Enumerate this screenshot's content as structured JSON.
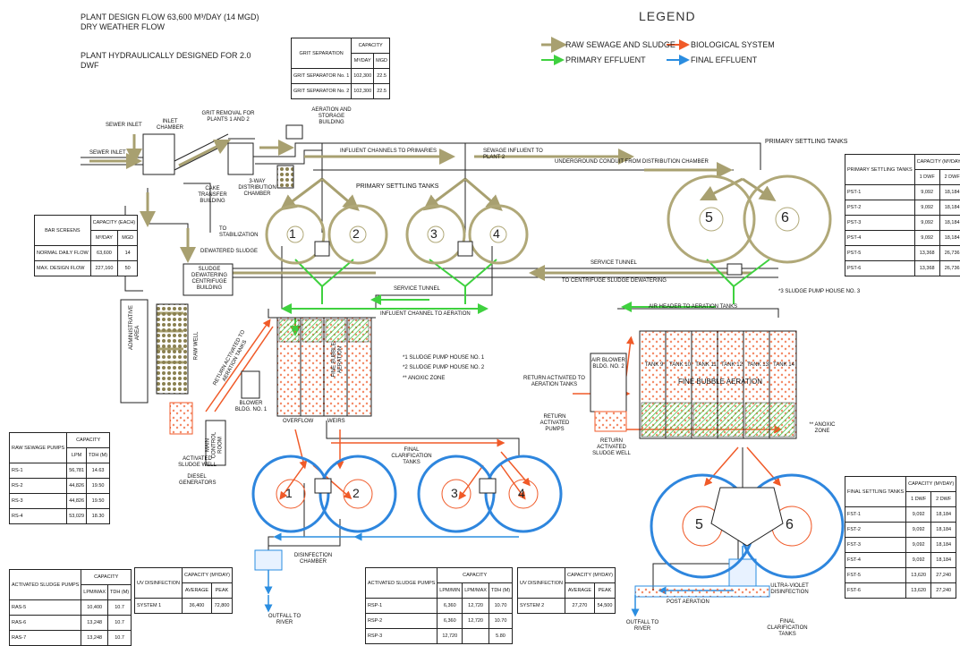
{
  "notes": {
    "design_flow": "PLANT DESIGN FLOW 63,600 M³/DAY (14 MGD) DRY WEATHER FLOW",
    "hydraulic": "PLANT HYDRAULICALLY DESIGNED FOR 2.0 DWF"
  },
  "legend": {
    "title": "LEGEND",
    "items": [
      {
        "label": "RAW SEWAGE AND SLUDGE",
        "color": "#a8a070"
      },
      {
        "label": "BIOLOGICAL SYSTEM",
        "color": "#f05a28"
      },
      {
        "label": "PRIMARY EFFLUENT",
        "color": "#3fd13f"
      },
      {
        "label": "FINAL EFFLUENT",
        "color": "#2a8de0"
      }
    ]
  },
  "colors": {
    "sewage": "#a8a070",
    "bio": "#f05a28",
    "primary": "#3fd13f",
    "final": "#2a8de0",
    "tank_olive": "#b0a878",
    "tank_blue": "#2e86de"
  },
  "tables": {
    "grit": {
      "headers": [
        "GRIT SEPARATION",
        "CAPACITY",
        "M³/DAY",
        "MGD"
      ],
      "rows": [
        [
          "GRIT SEPARATOR No. 1",
          "102,300",
          "22.5"
        ],
        [
          "GRIT SEPARATOR No. 2",
          "102,300",
          "22.5"
        ]
      ]
    },
    "bar_screens": {
      "headers": [
        "BAR SCREENS",
        "CAPACITY (EACH)",
        "M³/DAY",
        "MGD"
      ],
      "rows": [
        [
          "NORMAL DAILY FLOW",
          "63,600",
          "14"
        ],
        [
          "MAX. DESIGN FLOW",
          "227,160",
          "50"
        ]
      ]
    },
    "pst": {
      "headers": [
        "PRIMARY SETTLING TANKS",
        "CAPACITY (M³/DAY)",
        "1 DWF",
        "2 DWF"
      ],
      "rows": [
        [
          "PST-1",
          "9,092",
          "18,184"
        ],
        [
          "PST-2",
          "9,092",
          "18,184"
        ],
        [
          "PST-3",
          "9,092",
          "18,184"
        ],
        [
          "PST-4",
          "9,092",
          "18,184"
        ],
        [
          "PST-5",
          "13,368",
          "26,736"
        ],
        [
          "PST-6",
          "13,368",
          "26,736"
        ]
      ]
    },
    "raw_pumps": {
      "headers": [
        "RAW SEWAGE PUMPS",
        "CAPACITY",
        "LPM",
        "TDH (M)"
      ],
      "rows": [
        [
          "RS-1",
          "56,781",
          "14.63"
        ],
        [
          "RS-2",
          "44,826",
          "19.50"
        ],
        [
          "RS-3",
          "44,826",
          "19.50"
        ],
        [
          "RS-4",
          "53,029",
          "18.30"
        ]
      ]
    },
    "fst": {
      "headers": [
        "FINAL SETTLING TANKS",
        "CAPACITY (M³/DAY)",
        "1 DWF",
        "2 DWF"
      ],
      "rows": [
        [
          "FST-1",
          "9,092",
          "18,184"
        ],
        [
          "FST-2",
          "9,092",
          "18,184"
        ],
        [
          "FST-3",
          "9,092",
          "18,184"
        ],
        [
          "FST-4",
          "9,092",
          "18,184"
        ],
        [
          "FST-5",
          "13,620",
          "27,240"
        ],
        [
          "FST-6",
          "13,620",
          "27,240"
        ]
      ]
    },
    "as_pumps": {
      "headers": [
        "ACTIVATED SLUDGE PUMPS",
        "CAPACITY",
        "LPM/MAX",
        "TDH (M)"
      ],
      "rows": [
        [
          "RAS-5",
          "10,400",
          "10.7"
        ],
        [
          "RAS-6",
          "13,248",
          "10.7"
        ],
        [
          "RAS-7",
          "13,248",
          "10.7"
        ]
      ]
    },
    "uv1": {
      "headers": [
        "UV DISINFECTION",
        "CAPACITY (M³/DAY)",
        "AVERAGE",
        "PEAK"
      ],
      "rows": [
        [
          "SYSTEM 1",
          "36,400",
          "72,800"
        ]
      ]
    },
    "rsp": {
      "headers": [
        "ACTIVATED SLUDGE PUMPS",
        "CAPACITY",
        "LPM/MIN",
        "LPM/MAX",
        "TDH (M)"
      ],
      "rows": [
        [
          "RSP-1",
          "6,360",
          "12,720",
          "10.70"
        ],
        [
          "RSP-2",
          "6,360",
          "12,720",
          "10.70"
        ],
        [
          "RSP-3",
          "12,720",
          "",
          "5.80"
        ]
      ]
    },
    "uv2": {
      "headers": [
        "UV DISINFECTION",
        "CAPACITY (M³/DAY)",
        "AVERAGE",
        "PEAK"
      ],
      "rows": [
        [
          "SYSTEM 2",
          "27,270",
          "54,500"
        ]
      ]
    }
  },
  "labels": {
    "sewer_inlet_1": "SEWER INLET",
    "sewer_inlet_2": "SEWER INLET",
    "inlet_chamber": "INLET CHAMBER",
    "grit_removal": "GRIT REMOVAL FOR PLANTS 1 AND 2",
    "aeration_storage": "AERATION AND STORAGE BUILDING",
    "influent_primaries": "INFLUENT CHANNELS TO PRIMARIES",
    "sewage_influent": "SEWAGE INFLUENT TO PLANT 2",
    "underground_conduit": "UNDERGROUND CONDUIT FROM DISTRIBUTION CHAMBER",
    "pst_title_1": "PRIMARY SETTLING TANKS",
    "pst_title_2": "PRIMARY SETTLING TANKS",
    "three_way": "3-WAY DISTRIBUTION CHAMBER",
    "cake_transfer": "CAKE TRANSFER BUILDING",
    "to_stabilization": "TO STABILIZATION",
    "dewatered_sludge": "DEWATERED SLUDGE",
    "centrifuge_bldg": "SLUDGE DEWATERING CENTRIFUGE BUILDING",
    "service_tunnel_1": "SERVICE TUNNEL",
    "service_tunnel_2": "SERVICE TUNNEL",
    "to_centrifuge": "TO CENTRIFUGE SLUDGE DEWATERING",
    "influent_aeration": "INFLUENT CHANNEL TO AERATION",
    "air_header": "AIR HEADER TO AERATION TANKS",
    "sp3": "*3 SLUDGE PUMP HOUSE No. 3",
    "sp1": "*1 SLUDGE PUMP HOUSE No. 1",
    "sp2": "*2 SLUDGE PUMP HOUSE No. 2",
    "anoxic_note": "** ANOXIC ZONE",
    "admin": "ADMINISTRATIVE AREA",
    "raw_well": "RAW WELL",
    "return_activated_1": "RETURN ACTIVATED TO AERATION TANKS",
    "fine_bubble": "FINE BUBBLE AERATION",
    "blower1": "BLOWER BLDG. No. 1",
    "overflow": "OVERFLOW",
    "weirs": "WEIRS",
    "main_control": "MAIN CONTROL ROOM",
    "activated_well_1": "ACTIVATED SLUDGE WELL",
    "diesel": "DIESEL GENERATORS",
    "final_clar_1": "FINAL CLARIFICATION TANKS",
    "air_blower2": "AIR BLOWER BLDG. No. 2",
    "return_activated_2": "RETURN ACTIVATED TO AERATION TANKS",
    "return_pumps": "RETURN ACTIVATED PUMPS",
    "return_well": "RETURN ACTIVATED SLUDGE WELL",
    "fine_bubble_2": "FINE BUBBLE AERATION",
    "anoxic_zone_2": "** ANOXIC ZONE",
    "disinfection_chamber": "DISINFECTION CHAMBER",
    "outfall_1": "OUTFALL TO RIVER",
    "outfall_2": "OUTFALL TO RIVER",
    "post_aeration": "POST AERATION",
    "uv_disinfection": "ULTRA-VIOLET DISINFECTION",
    "final_clar_2": "FINAL CLARIFICATION TANKS"
  },
  "tank_numbers": {
    "pst": [
      "1",
      "2",
      "3",
      "4",
      "5",
      "6"
    ],
    "fst": [
      "1",
      "2",
      "3",
      "4",
      "5",
      "6"
    ],
    "aeration2": [
      "TANK 9",
      "TANK 10",
      "TANK 11",
      "TANK 12",
      "TANK 13",
      "TANK 14"
    ]
  }
}
